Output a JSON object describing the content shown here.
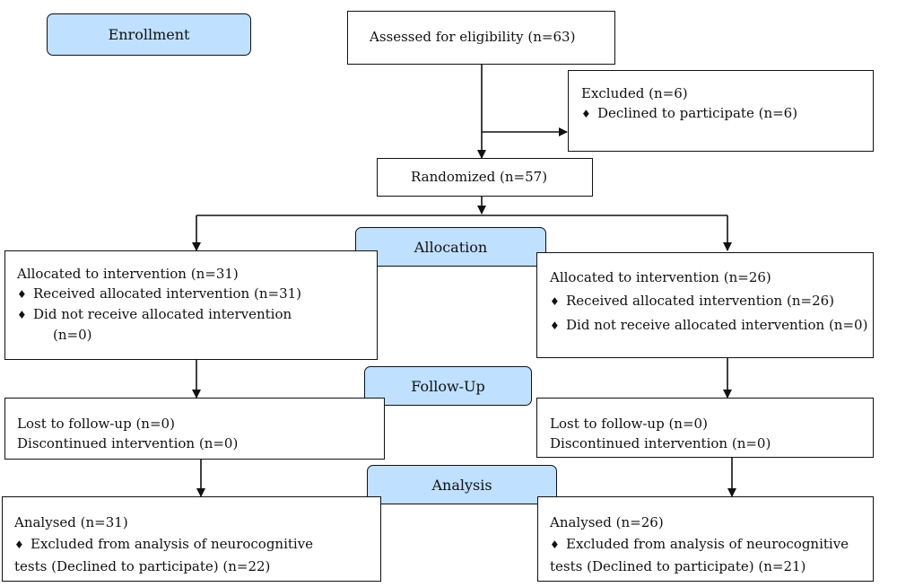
{
  "stages": {
    "enrollment": "Enrollment",
    "allocation": "Allocation",
    "followup": "Follow-Up",
    "analysis": "Analysis"
  },
  "assessed": {
    "text": "Assessed for eligibility (n=63)"
  },
  "excluded": {
    "title": "Excluded (n=6)",
    "bullet": "Declined to participate (n=6)"
  },
  "randomized": {
    "text": "Randomized (n=57)"
  },
  "left": {
    "allocation": {
      "title": "Allocated to intervention (n=31)",
      "bullet1": "Received allocated intervention (n=31)",
      "bullet2": "Did not receive allocated intervention",
      "bullet2_cont": "(n=0)"
    },
    "followup": {
      "line1": "Lost to follow-up (n=0)",
      "line2": "Discontinued intervention (n=0)"
    },
    "analysis": {
      "title": "Analysed (n=31)",
      "bullet": "Excluded from analysis of neurocognitive",
      "bullet_cont": "tests (Declined to participate) (n=22)"
    }
  },
  "right": {
    "allocation": {
      "title": "Allocated to intervention (n=26)",
      "bullet1": "Received allocated intervention (n=26)",
      "bullet2": "Did not receive allocated intervention (n=0)"
    },
    "followup": {
      "line1": "Lost to follow-up (n=0)",
      "line2": "Discontinued intervention (n=0)"
    },
    "analysis": {
      "title": "Analysed (n=26)",
      "bullet": "Excluded from analysis of neurocognitive",
      "bullet_cont": "tests (Declined to participate) (n=21)"
    }
  },
  "bullet_glyph": "♦"
}
